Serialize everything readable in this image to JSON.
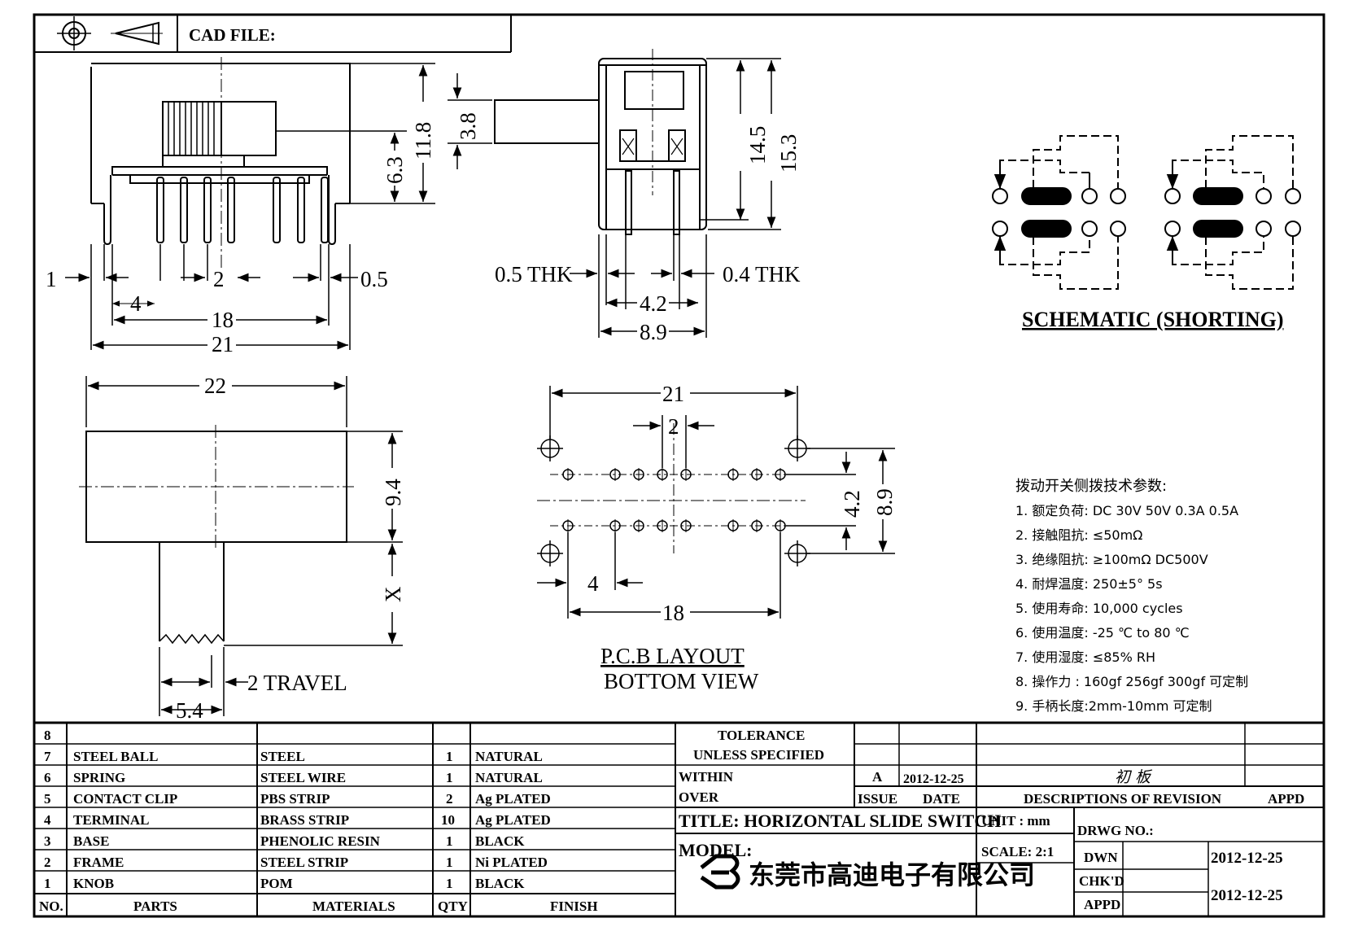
{
  "header": {
    "cad_file_label": "CAD FILE:",
    "projection_icon": "first-angle-projection-icon"
  },
  "dimensions": {
    "front": {
      "d1": "1",
      "d2": "2",
      "d05": "0.5",
      "d4": "4",
      "d18": "18",
      "d21": "21",
      "d63": "6.3",
      "d118": "11.8"
    },
    "side": {
      "d38": "3.8",
      "d145": "14.5",
      "d153": "15.3",
      "thk05": "0.5  THK",
      "thk04": "0.4  THK",
      "d42": "4.2",
      "d89": "8.9"
    },
    "top": {
      "d22": "22",
      "d94": "9.4",
      "x": "X",
      "d54": "5.4",
      "travel": "2  TRAVEL"
    },
    "pcb": {
      "d21": "21",
      "d2": "2",
      "d42": "4.2",
      "d89": "8.9",
      "d4": "4",
      "d18": "18",
      "title1": "P.C.B  LAYOUT",
      "title2": "BOTTOM  VIEW"
    }
  },
  "schematic": {
    "title": "SCHEMATIC  (SHORTING)"
  },
  "specs": {
    "title": "拨动开关侧拨技术参数:",
    "items": [
      "1.  额定负荷: DC 30V    50V    0.3A    0.5A",
      "2.  接触阻抗: ≤50mΩ",
      "3.  绝缘阻抗: ≥100mΩ   DC500V",
      "4.  耐焊温度: 250±5°  5s",
      "5.  使用寿命: 10,000 cycles",
      "6.  使用温度: -25  ℃   to 80  ℃",
      "7.  使用湿度: ≤85% RH",
      "8.  操作力 : 160gf    256gf    300gf  可定制",
      "9.  手柄长度:2mm-10mm   可定制"
    ]
  },
  "bom": {
    "headers": {
      "no": "NO.",
      "parts": "PARTS",
      "materials": "MATERIALS",
      "qty": "QTY",
      "finish": "FINISH"
    },
    "rows": [
      {
        "no": "8",
        "part": "",
        "material": "",
        "qty": "",
        "finish": ""
      },
      {
        "no": "7",
        "part": "STEEL  BALL",
        "material": "STEEL",
        "qty": "1",
        "finish": "NATURAL"
      },
      {
        "no": "6",
        "part": "SPRING",
        "material": "STEEL  WIRE",
        "qty": "1",
        "finish": "NATURAL"
      },
      {
        "no": "5",
        "part": "CONTACT  CLIP",
        "material": "PBS  STRIP",
        "qty": "2",
        "finish": "Ag  PLATED"
      },
      {
        "no": "4",
        "part": "TERMINAL",
        "material": "BRASS  STRIP",
        "qty": "10",
        "finish": "Ag  PLATED"
      },
      {
        "no": "3",
        "part": "BASE",
        "material": "PHENOLIC  RESIN",
        "qty": "1",
        "finish": "BLACK"
      },
      {
        "no": "2",
        "part": "FRAME",
        "material": "STEEL  STRIP",
        "qty": "1",
        "finish": "Ni  PLATED"
      },
      {
        "no": "1",
        "part": "KNOB",
        "material": "POM",
        "qty": "1",
        "finish": "BLACK"
      }
    ]
  },
  "title_block": {
    "tolerance": "TOLERANCE",
    "unless": "UNLESS    SPECIFIED",
    "within": "WITHIN",
    "over": "OVER",
    "issue_val": "A",
    "date_val": "2012-12-25",
    "rev_desc_val": "初 板",
    "issue_label": "ISSUE",
    "date_label": "DATE",
    "desc_label": "DESCRIPTIONS  OF  REVISION",
    "appd_label": "APPD",
    "title": "TITLE:  HORIZONTAL  SLIDE  SWITCH",
    "unit": "UNIT  :  mm",
    "drwg_no": "DRWG  NO.:",
    "model": "MODEL:",
    "scale": "SCALE:  2:1",
    "dwn": "DWN",
    "dwn_date": "2012-12-25",
    "chkd": "CHK'D",
    "appd": "APPD",
    "chk_date": "2012-12-25",
    "company": "东莞市高迪电子有限公司"
  }
}
